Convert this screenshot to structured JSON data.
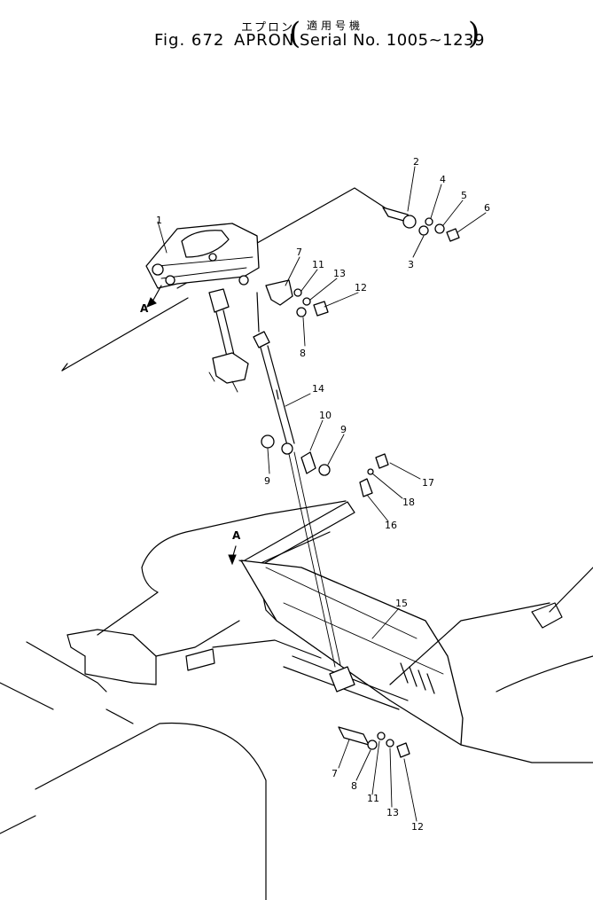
{
  "title": {
    "jp_name": "エプロン",
    "jp_note": "適用号機",
    "fig_number": "Fig. 672",
    "name": "APRON",
    "serial": "Serial No. 1005~1239"
  },
  "view_label": "A",
  "callouts": [
    "1",
    "2",
    "3",
    "4",
    "5",
    "6",
    "7",
    "11",
    "13",
    "12",
    "8",
    "14",
    "10",
    "9",
    "9",
    "17",
    "18",
    "16",
    "15",
    "7",
    "8",
    "11",
    "13",
    "12"
  ]
}
